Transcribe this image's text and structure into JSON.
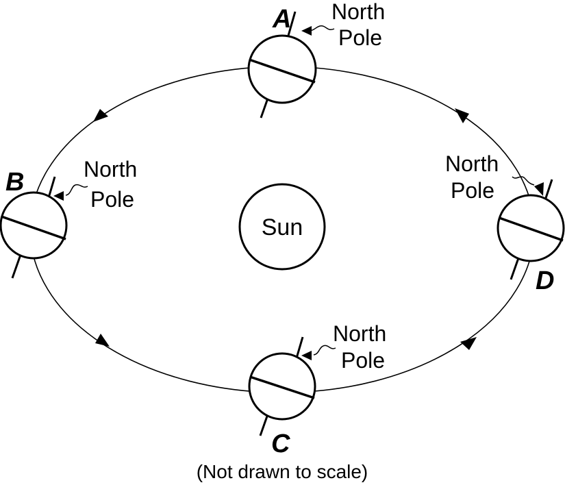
{
  "sun": {
    "label": "Sun"
  },
  "positions": [
    {
      "id": "A",
      "letter": "A",
      "pole_label_line1": "North",
      "pole_label_line2": "Pole"
    },
    {
      "id": "B",
      "letter": "B",
      "pole_label_line1": "North",
      "pole_label_line2": "Pole"
    },
    {
      "id": "C",
      "letter": "C",
      "pole_label_line1": "North",
      "pole_label_line2": "Pole"
    },
    {
      "id": "D",
      "letter": "D",
      "pole_label_line1": "North",
      "pole_label_line2": "Pole"
    }
  ],
  "orbit": {
    "direction": "counterclockwise",
    "arrow_count": 4
  },
  "note": "(Not drawn to scale)"
}
